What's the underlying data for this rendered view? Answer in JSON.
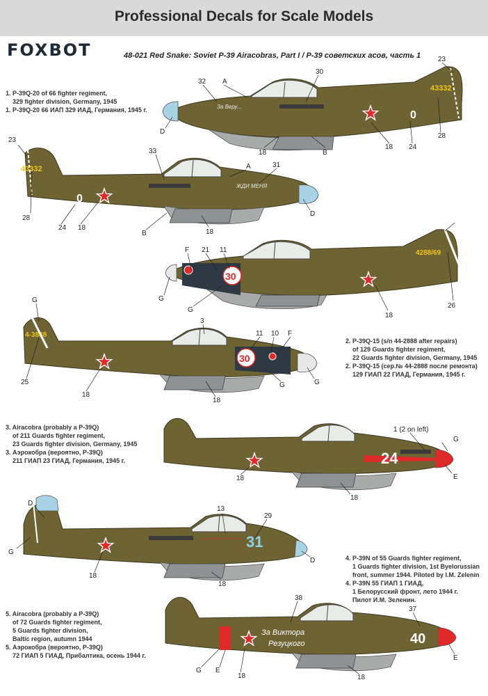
{
  "header": {
    "banner_title": "Professional Decals for Scale Models",
    "brand": "FOXBOT",
    "subtitle": "48-021  Red Snake: Soviet P-39 Airacobras, Part I / P-39 советских асов, часть 1"
  },
  "captions": {
    "c1": [
      "1. P-39Q-20 of 66 fighter regiment,",
      "329 fighter division, Germany, 1945",
      "1. P-39Q-20 66 ИАП 329 ИАД, Германия, 1945 г."
    ],
    "c2": [
      "2. P-39Q-15 (s/n 44-2888 after repairs)",
      "of 129 Guards fighter regiment,",
      "22 Guards fighter division, Germany, 1945",
      "2. P-39Q-15 (сер.№ 44-2888 после ремонта)",
      "129 ГИАП 22 ГИАД, Германия, 1945 г."
    ],
    "c3": [
      "3. Airacobra (probably a P-39Q)",
      "of 211 Guards fighter regiment,",
      "23 Guards fighter division, Germany, 1945",
      "3. Аэрокобра (вероятно, P-39Q)",
      "211 ГИАП 23 ГИАД, Германия, 1945 г."
    ],
    "c4": [
      "4. P-39N of 55 Guards fighter regiment,",
      "1 Guards fighter division, 1st Byelorussian",
      "front, summer 1944. Piloted by I.M. Zelenin",
      "4. P-39N 55 ГИАП 1 ГИАД,",
      "1 Белорусский фронт, лето 1944 г.",
      "Пилот И.М. Зеленин."
    ],
    "c5": [
      "5. Airacobra (probably a P-39Q)",
      "of 72 Guards fighter regiment,",
      "5 Guards fighter division,",
      "Baltic region, autumn 1944",
      "5. Аэрокобра (вероятно, P-39Q)",
      "72 ГИАП 5 ГИАД, Прибалтика, осень 1944 г."
    ]
  },
  "markings": {
    "p1_tail": "43332",
    "p1_num": "0",
    "p1_slogan": "За Веру...",
    "p2_tail": "43332",
    "p2_num": "0",
    "p2_slogan": "ЖДИ МЕНЯ",
    "p3_tail": "4288/69",
    "p3_num": "30",
    "p4_tail": "4-3888",
    "p4_num": "30",
    "p5_num": "24",
    "p6_num": "31",
    "p7_num": "40",
    "p7_slogan1": "За Виктора",
    "p7_slogan2": "Резуцкого"
  },
  "callouts": {
    "p1": [
      "32",
      "A",
      "30",
      "23",
      "D",
      "18",
      "B",
      "18",
      "24",
      "28"
    ],
    "p2": [
      "23",
      "33",
      "A",
      "31",
      "28",
      "24",
      "18",
      "B",
      "18",
      "D"
    ],
    "p3": [
      "F",
      "21",
      "11",
      "G",
      "G",
      "18",
      "26"
    ],
    "p4": [
      "G",
      "3",
      "11",
      "10",
      "F",
      "25",
      "18",
      "G",
      "18",
      "G"
    ],
    "p5": [
      "1 (2 on left)",
      "G",
      "18",
      "18",
      "E"
    ],
    "p6": [
      "D",
      "13",
      "29",
      "G",
      "18",
      "18",
      "D"
    ],
    "p7": [
      "38",
      "37",
      "G",
      "E",
      "18",
      "18",
      "E"
    ]
  },
  "colors": {
    "olive": "#6e6333",
    "grey_belly": "#a9abab",
    "red": "#e02a2a",
    "blue_spinner": "#a8d2e6",
    "yellow": "#f0c419",
    "light_blue_num": "#8fd0ea"
  }
}
